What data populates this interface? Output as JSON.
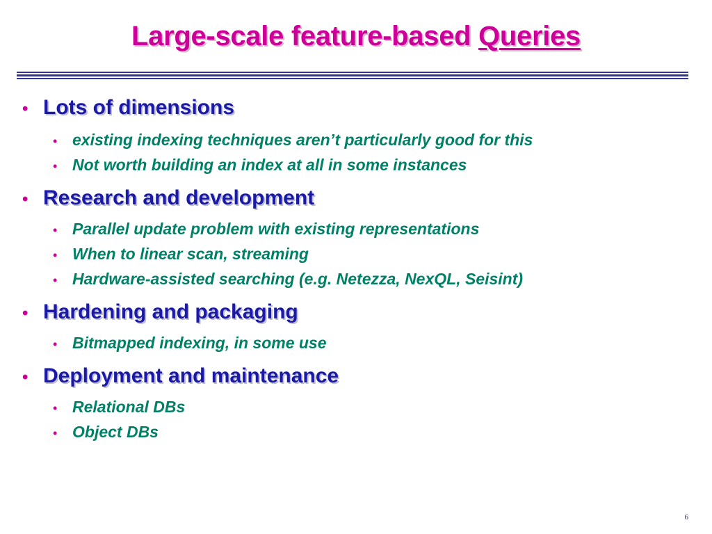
{
  "slide": {
    "title_main": "Large-scale feature-based ",
    "title_underlined": "Queries",
    "page_number": "6"
  },
  "bullets": [
    {
      "label": "Lots of dimensions",
      "sub": [
        "existing indexing techniques aren’t particularly good for this",
        "Not worth building an index at all in some instances"
      ]
    },
    {
      "label": "Research and development",
      "sub": [
        "Parallel update problem with existing representations",
        "When to linear scan, streaming",
        "Hardware-assisted searching (e.g. Netezza, NexQL, Seisint)"
      ]
    },
    {
      "label": "Hardening and packaging",
      "sub": [
        "Bitmapped indexing, in some use"
      ]
    },
    {
      "label": "Deployment and maintenance",
      "sub": [
        "Relational DBs",
        "Object DBs"
      ]
    }
  ],
  "colors": {
    "title": "#cc0099",
    "bullet_text": "#1a1aa6",
    "sub_text": "#008066",
    "bullet_mark": "#cc0099",
    "rule": "#33339a"
  }
}
